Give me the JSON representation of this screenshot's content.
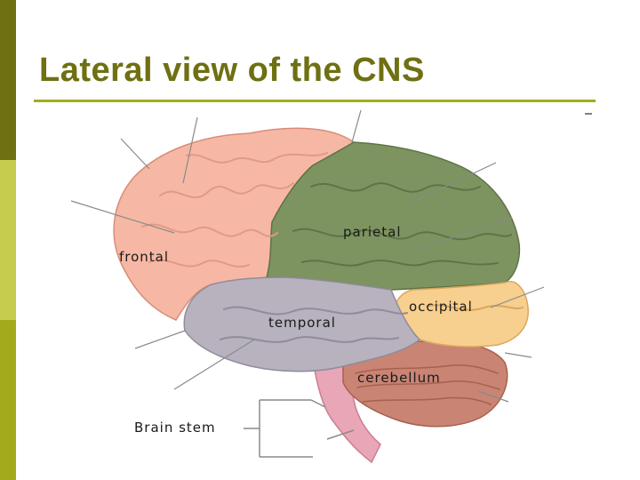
{
  "slide": {
    "title": "Lateral view of the CNS"
  },
  "diagram": {
    "labels": {
      "frontal": "frontal",
      "parietal": "parietal",
      "occipital": "occipital",
      "temporal": "temporal",
      "cerebellum": "cerebellum",
      "brain_stem": "Brain stem"
    },
    "colors": {
      "frontal": "#f6b8a4",
      "parietal": "#7d9460",
      "occipital": "#f7cf8e",
      "temporal": "#b7b2be",
      "cerebellum": "#c98474",
      "brain_stem": "#e9a6b6",
      "accent": "#6e7012"
    }
  }
}
